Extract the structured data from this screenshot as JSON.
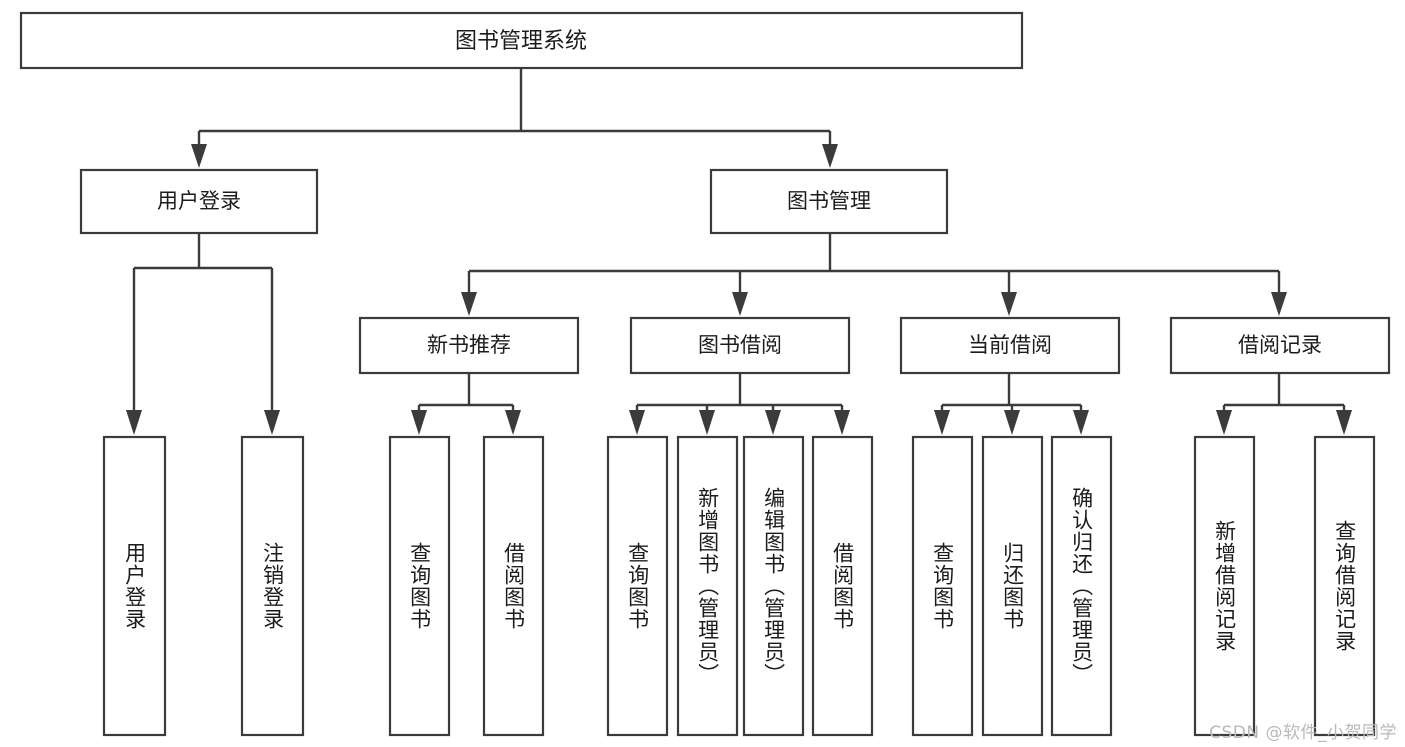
{
  "diagram": {
    "type": "hierarchy-tree",
    "title": "图书管理系统",
    "root": {
      "id": "root",
      "label": "图书管理系统",
      "level": 1
    },
    "level2": [
      {
        "id": "user-login",
        "label": "用户登录",
        "level": 2
      },
      {
        "id": "book-management",
        "label": "图书管理",
        "level": 2
      }
    ],
    "level3": [
      {
        "id": "new-book-recommend",
        "label": "新书推荐",
        "level": 3,
        "parent": "book-management"
      },
      {
        "id": "book-borrow",
        "label": "图书借阅",
        "level": 3,
        "parent": "book-management"
      },
      {
        "id": "current-borrow",
        "label": "当前借阅",
        "level": 3,
        "parent": "book-management"
      },
      {
        "id": "borrow-record",
        "label": "借阅记录",
        "level": 3,
        "parent": "book-management"
      }
    ],
    "leaves": [
      {
        "id": "leaf-user-login",
        "label": "用户登录",
        "parent": "user-login"
      },
      {
        "id": "leaf-user-logout",
        "label": "注销登录",
        "parent": "user-login"
      },
      {
        "id": "leaf-query-book-1",
        "label": "查询图书",
        "parent": "new-book-recommend"
      },
      {
        "id": "leaf-borrow-book-1",
        "label": "借阅图书",
        "parent": "new-book-recommend"
      },
      {
        "id": "leaf-query-book-2",
        "label": "查询图书",
        "parent": "book-borrow"
      },
      {
        "id": "leaf-add-book",
        "label": "新增图书（管理员）",
        "parent": "book-borrow"
      },
      {
        "id": "leaf-edit-book",
        "label": "编辑图书（管理员）",
        "parent": "book-borrow"
      },
      {
        "id": "leaf-borrow-book-2",
        "label": "借阅图书",
        "parent": "book-borrow"
      },
      {
        "id": "leaf-query-book-3",
        "label": "查询图书",
        "parent": "current-borrow"
      },
      {
        "id": "leaf-return-book",
        "label": "归还图书",
        "parent": "current-borrow"
      },
      {
        "id": "leaf-confirm-return",
        "label": "确认归还（管理员）",
        "parent": "current-borrow"
      },
      {
        "id": "leaf-add-record",
        "label": "新增借阅记录",
        "parent": "borrow-record"
      },
      {
        "id": "leaf-query-record",
        "label": "查询借阅记录",
        "parent": "borrow-record"
      }
    ]
  },
  "watermark": {
    "text": "CSDN @软件_小贺同学"
  },
  "colors": {
    "stroke": "#3b3b3b",
    "box_fill": "#ffffff",
    "text": "#1c1c1c",
    "background": "#ffffff",
    "watermark": "#b9b9b9"
  }
}
